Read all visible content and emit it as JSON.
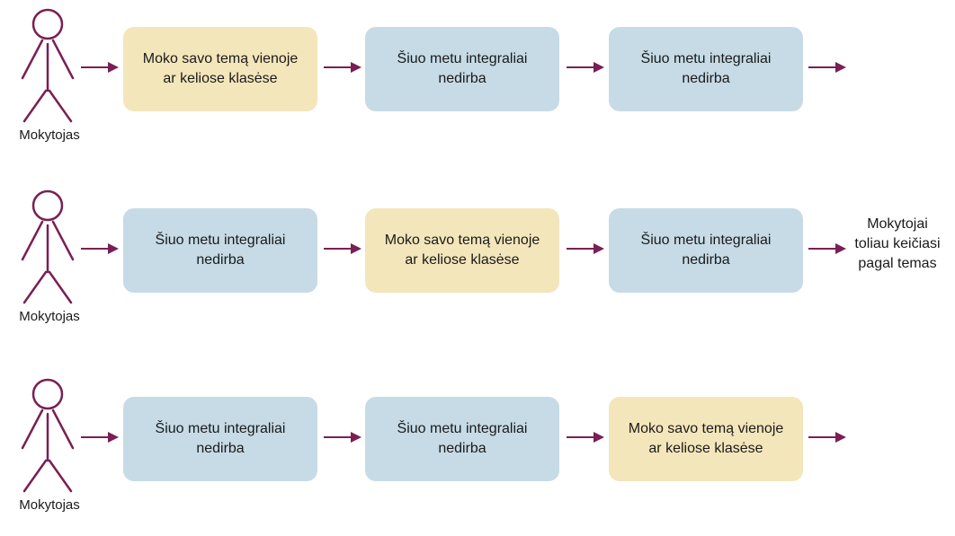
{
  "colors": {
    "arrow": "#7a1f55",
    "actor": "#7a1f55",
    "active_box": "#f4e6bb",
    "idle_box": "#c6dbe6"
  },
  "rows": [
    {
      "actor_label": "Mokytojas",
      "boxes": [
        {
          "state": "active",
          "line1": "Moko savo temą vienoje",
          "line2": "ar keliose klasėse"
        },
        {
          "state": "idle",
          "line1": "Šiuo metu integraliai",
          "line2": "nedirba"
        },
        {
          "state": "idle",
          "line1": "Šiuo metu integraliai",
          "line2": "nedirba"
        }
      ],
      "note": null
    },
    {
      "actor_label": "Mokytojas",
      "boxes": [
        {
          "state": "idle",
          "line1": "Šiuo metu integraliai",
          "line2": "nedirba"
        },
        {
          "state": "active",
          "line1": "Moko savo temą vienoje",
          "line2": "ar keliose klasėse"
        },
        {
          "state": "idle",
          "line1": "Šiuo metu integraliai",
          "line2": "nedirba"
        }
      ],
      "note": {
        "line1": "Mokytojai",
        "line2": "toliau keičiasi",
        "line3": "pagal temas"
      }
    },
    {
      "actor_label": "Mokytojas",
      "boxes": [
        {
          "state": "idle",
          "line1": "Šiuo metu integraliai",
          "line2": "nedirba"
        },
        {
          "state": "idle",
          "line1": "Šiuo metu integraliai",
          "line2": "nedirba"
        },
        {
          "state": "active",
          "line1": "Moko savo temą vienoje",
          "line2": "ar keliose klasėse"
        }
      ],
      "note": null
    }
  ]
}
